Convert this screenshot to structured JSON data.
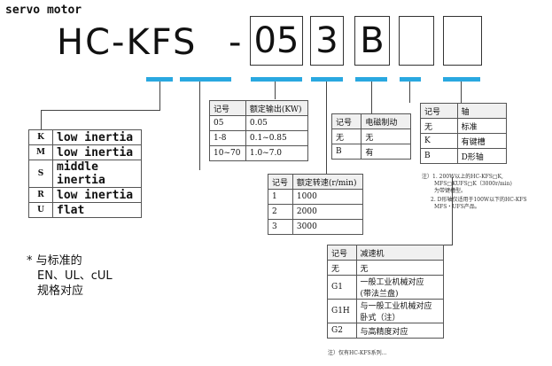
{
  "caption": "servo motor",
  "model": {
    "p1": "HC-KFS",
    "dash": "-",
    "b1": "05",
    "b2": "3",
    "b3": "B"
  },
  "inertia_table": [
    {
      "code": "K",
      "label": "low inertia"
    },
    {
      "code": "M",
      "label": "low inertia"
    },
    {
      "code": "S",
      "label": "middle inertia"
    },
    {
      "code": "R",
      "label": "low inertia"
    },
    {
      "code": "U",
      "label": "flat"
    }
  ],
  "output_table": {
    "headers": [
      "记号",
      "额定输出(KW)"
    ],
    "rows": [
      [
        "05",
        "0.05"
      ],
      [
        "1-8",
        "0.1~0.85"
      ],
      [
        "10~70",
        "1.0~7.0"
      ]
    ]
  },
  "brake_table": {
    "headers": [
      "记号",
      "电磁制动"
    ],
    "rows": [
      [
        "无",
        "无"
      ],
      [
        "B",
        "有"
      ]
    ]
  },
  "shaft_table": {
    "headers": [
      "记号",
      "轴"
    ],
    "rows": [
      [
        "无",
        "标准"
      ],
      [
        "K",
        "有键槽"
      ],
      [
        "B",
        "D形轴"
      ]
    ]
  },
  "speed_table": {
    "headers": [
      "记号",
      "额定转速(r/min)"
    ],
    "rows": [
      [
        "1",
        "1000"
      ],
      [
        "2",
        "2000"
      ],
      [
        "3",
        "3000"
      ]
    ]
  },
  "reducer_table": {
    "headers": [
      "记号",
      "减速机"
    ],
    "rows": [
      [
        "无",
        "无"
      ],
      [
        "G1",
        "一般工业机械对应\n(带法兰盘)"
      ],
      [
        "G1H",
        "与一般工业机械对应\n卧式（注）"
      ],
      [
        "G2",
        "与高精度对应"
      ]
    ]
  },
  "notes": {
    "star": "*",
    "line1": "与标准的",
    "line2": "EN、UL、cUL",
    "line3": "规格对应"
  },
  "footnotes": {
    "n1": "注）1.  200W以上的HC-KFS□K,",
    "n1b": "MFS□KUFS□K（3000r/min)",
    "n1c": "为带键槽型。",
    "n2": "2.  D形轴仅适用于100W以下的HC-KFS",
    "n2b": "MFS・UFS产品。",
    "bottom": "注）仅有HC-KFS系列..."
  },
  "colors": {
    "accent": "#29a8e0"
  }
}
